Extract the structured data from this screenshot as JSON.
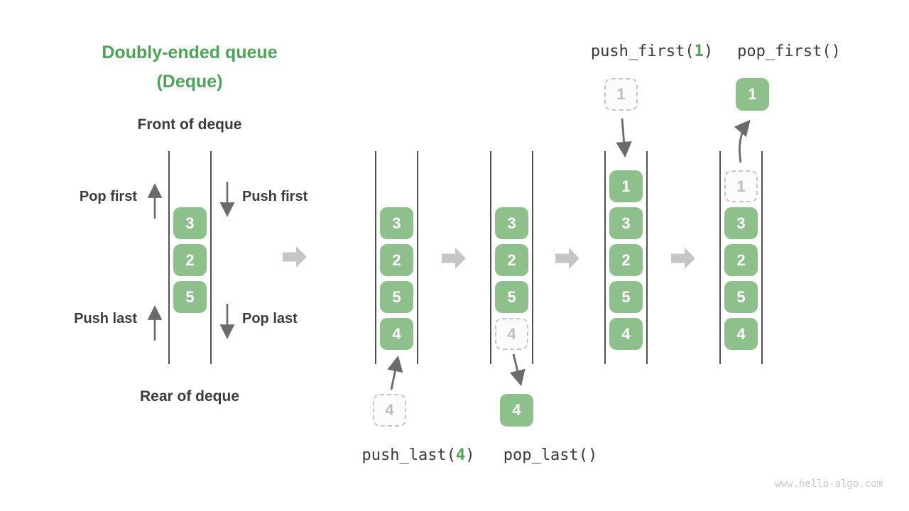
{
  "title": {
    "line1": "Doubly-ended queue",
    "line2": "(Deque)"
  },
  "labels": {
    "front": "Front of deque",
    "rear": "Rear of deque",
    "pop_first": "Pop first",
    "push_first": "Push first",
    "push_last": "Push last",
    "pop_last": "Pop last"
  },
  "operations": {
    "push_first": {
      "prefix": "push_first(",
      "arg": "1",
      "suffix": ")"
    },
    "pop_first": {
      "prefix": "pop_first()",
      "arg": "",
      "suffix": ""
    },
    "push_last": {
      "prefix": "push_last(",
      "arg": "4",
      "suffix": ")"
    },
    "pop_last": {
      "prefix": "pop_last()",
      "arg": "",
      "suffix": ""
    }
  },
  "queues": [
    {
      "name": "deque-initial",
      "cells": [
        {
          "slot": 1,
          "value": "3",
          "variant": "solid"
        },
        {
          "slot": 2,
          "value": "2",
          "variant": "solid"
        },
        {
          "slot": 3,
          "value": "5",
          "variant": "solid"
        }
      ]
    },
    {
      "name": "deque-after-push-last",
      "cells": [
        {
          "slot": 1,
          "value": "3",
          "variant": "solid"
        },
        {
          "slot": 2,
          "value": "2",
          "variant": "solid"
        },
        {
          "slot": 3,
          "value": "5",
          "variant": "solid"
        },
        {
          "slot": 4,
          "value": "4",
          "variant": "solid"
        }
      ]
    },
    {
      "name": "deque-during-pop-last",
      "cells": [
        {
          "slot": 1,
          "value": "3",
          "variant": "solid"
        },
        {
          "slot": 2,
          "value": "2",
          "variant": "solid"
        },
        {
          "slot": 3,
          "value": "5",
          "variant": "solid"
        },
        {
          "slot": 4,
          "value": "4",
          "variant": "dashed"
        }
      ]
    },
    {
      "name": "deque-after-push-first",
      "cells": [
        {
          "slot": 0,
          "value": "1",
          "variant": "solid"
        },
        {
          "slot": 1,
          "value": "3",
          "variant": "solid"
        },
        {
          "slot": 2,
          "value": "2",
          "variant": "solid"
        },
        {
          "slot": 3,
          "value": "5",
          "variant": "solid"
        },
        {
          "slot": 4,
          "value": "4",
          "variant": "solid"
        }
      ]
    },
    {
      "name": "deque-during-pop-first",
      "cells": [
        {
          "slot": 0,
          "value": "1",
          "variant": "dashed"
        },
        {
          "slot": 1,
          "value": "3",
          "variant": "solid"
        },
        {
          "slot": 2,
          "value": "2",
          "variant": "solid"
        },
        {
          "slot": 3,
          "value": "5",
          "variant": "solid"
        },
        {
          "slot": 4,
          "value": "4",
          "variant": "solid"
        }
      ]
    }
  ],
  "floating": {
    "push_last_source": {
      "value": "4",
      "variant": "dashed"
    },
    "pop_last_result": {
      "value": "4",
      "variant": "solid"
    },
    "push_first_source": {
      "value": "1",
      "variant": "dashed"
    },
    "pop_first_result": {
      "value": "1",
      "variant": "solid"
    }
  },
  "watermark": "www.hello-algo.com",
  "colors": {
    "accent_green": "#4DA456",
    "cell_green": "#8DC08A",
    "dashed_border": "#C6C6C6",
    "dashed_text": "#BDBDBD",
    "container_line": "#4F4F4F",
    "arrow_dark": "#6B6B6B",
    "arrow_light": "#C6C6C6",
    "text_dark": "#3C3C3C",
    "watermark": "#C9C9C9"
  }
}
